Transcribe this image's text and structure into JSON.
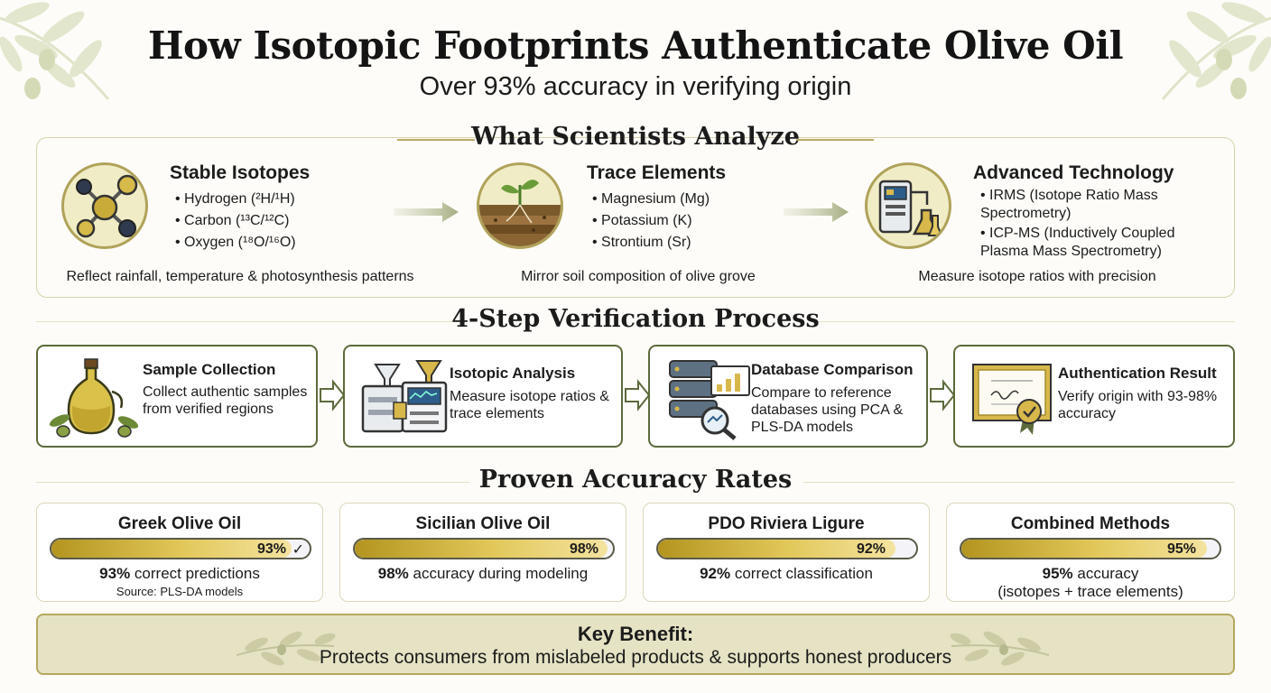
{
  "header": {
    "title": "How Isotopic Footprints Authenticate Olive Oil",
    "subtitle": "Over 93% accuracy in verifying origin"
  },
  "analyze": {
    "heading": "What Scientists Analyze",
    "columns": [
      {
        "title": "Stable Isotopes",
        "icon": "molecule-icon",
        "items": [
          "Hydrogen (²H/¹H)",
          "Carbon (¹³C/¹²C)",
          "Oxygen (¹⁸O/¹⁶O)"
        ],
        "footer": "Reflect rainfall, temperature & photosynthesis patterns"
      },
      {
        "title": "Trace Elements",
        "icon": "soil-sprout-icon",
        "items": [
          "Magnesium (Mg)",
          "Potassium (K)",
          "Strontium (Sr)"
        ],
        "footer": "Mirror soil composition of olive grove"
      },
      {
        "title": "Advanced Technology",
        "icon": "lab-instrument-icon",
        "items": [
          "IRMS (Isotope Ratio Mass Spectrometry)",
          "ICP-MS (Inductively Coupled Plasma Mass Spectrometry)"
        ],
        "footer": "Measure isotope ratios with precision"
      }
    ]
  },
  "process": {
    "heading": "4-Step Verification Process",
    "steps": [
      {
        "title": "Sample Collection",
        "desc": "Collect authentic samples from verified regions",
        "icon": "olive-oil-bottle-icon"
      },
      {
        "title": "Isotopic Analysis",
        "desc": "Measure isotope ratios & trace elements",
        "icon": "mass-spectrometer-icon"
      },
      {
        "title": "Database Comparison",
        "desc": "Compare to reference databases using PCA & PLS-DA models",
        "icon": "database-icon"
      },
      {
        "title": "Authentication Result",
        "desc": "Verify origin with 93-98% accuracy",
        "icon": "certificate-icon"
      }
    ]
  },
  "accuracy": {
    "heading": "Proven Accuracy Rates",
    "cards": [
      {
        "title": "Greek Olive Oil",
        "value": 93,
        "value_label": "93%",
        "desc_bold": "93%",
        "desc_rest": " correct predictions",
        "source": "Source: PLS-DA models"
      },
      {
        "title": "Sicilian Olive Oil",
        "value": 98,
        "value_label": "98%",
        "desc_bold": "98%",
        "desc_rest": " accuracy during modeling"
      },
      {
        "title": "PDO Riviera Ligure",
        "value": 92,
        "value_label": "92%",
        "desc_bold": "92%",
        "desc_rest": " correct classification"
      },
      {
        "title": "Combined Methods",
        "value": 95,
        "value_label": "95%",
        "desc_bold": "95%",
        "desc_rest": " accuracy",
        "desc_line2": "(isotopes + trace elements)"
      }
    ]
  },
  "benefit": {
    "title": "Key Benefit:",
    "text": "Protects consumers from mislabeled products & supports honest producers"
  },
  "colors": {
    "accent_gold": "#b9ab67",
    "frame_olive": "#5d6a3b",
    "benefit_bg": "#e5e3c4",
    "bar_gold": "#d9b93f"
  }
}
